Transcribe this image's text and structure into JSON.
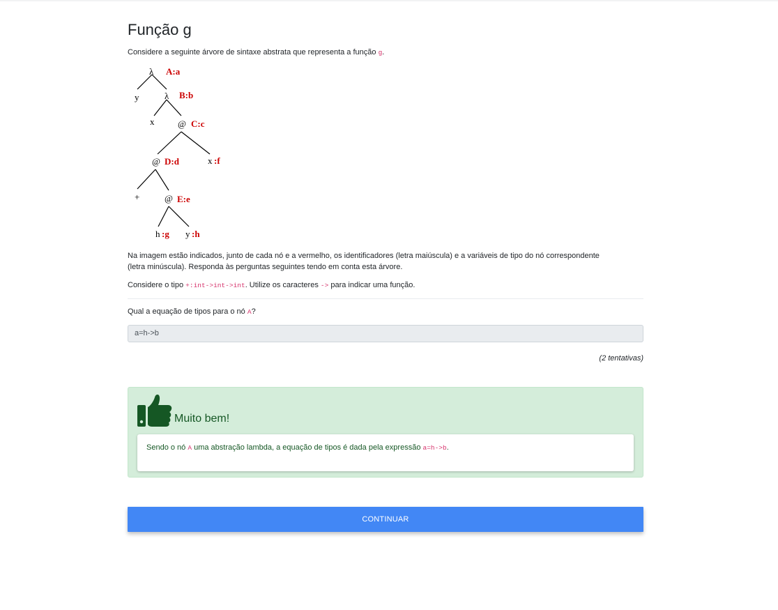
{
  "title": "Função g",
  "intro": {
    "before": "Considere a seguinte árvore de sintaxe abstrata que representa a função ",
    "code": "g",
    "after": "."
  },
  "tree": {
    "nodes": [
      {
        "symbol": "λ",
        "label": "A:a"
      },
      {
        "symbol": "y",
        "label": ""
      },
      {
        "symbol": "λ",
        "label": "B:b"
      },
      {
        "symbol": "x",
        "label": ""
      },
      {
        "symbol": "@",
        "label": "C:c"
      },
      {
        "symbol": "@",
        "label": "D:d"
      },
      {
        "symbol": "x",
        "label": ":f"
      },
      {
        "symbol": "+",
        "label": ""
      },
      {
        "symbol": "@",
        "label": "E:e"
      },
      {
        "symbol": "h",
        "label": ":g"
      },
      {
        "symbol": "y",
        "label": ":h"
      }
    ],
    "label_color": "#cc0000"
  },
  "description": "Na imagem estão indicados, junto de cada nó e a vermelho, os identificadores (letra maiúscula) e a variáveis de tipo do nó correspondente (letra minúscula). Responda às perguntas seguintes tendo em conta esta árvore.",
  "consider": {
    "before": "Considere o tipo ",
    "code1": "+:int->int->int",
    "middle": ". Utilize os caracteres ",
    "code2": "->",
    "after": " para indicar uma função."
  },
  "question": {
    "before": "Qual a equação de tipos para o nó ",
    "code": "A",
    "after": "?"
  },
  "answer_value": "a=h->b",
  "attempts": "(2 tentativas)",
  "feedback": {
    "title": "Muito bem!",
    "icon": "thumbs-up-icon",
    "text_before": "Sendo o nó ",
    "code1": "A",
    "text_middle": " uma abstração lambda, a equação de tipos é dada pela expressão ",
    "code2": "a=h->b",
    "text_after": ".",
    "bg_color": "#d4edda",
    "text_color": "#155724"
  },
  "continue_label": "CONTINUAR",
  "accent_color": "#4287f5"
}
